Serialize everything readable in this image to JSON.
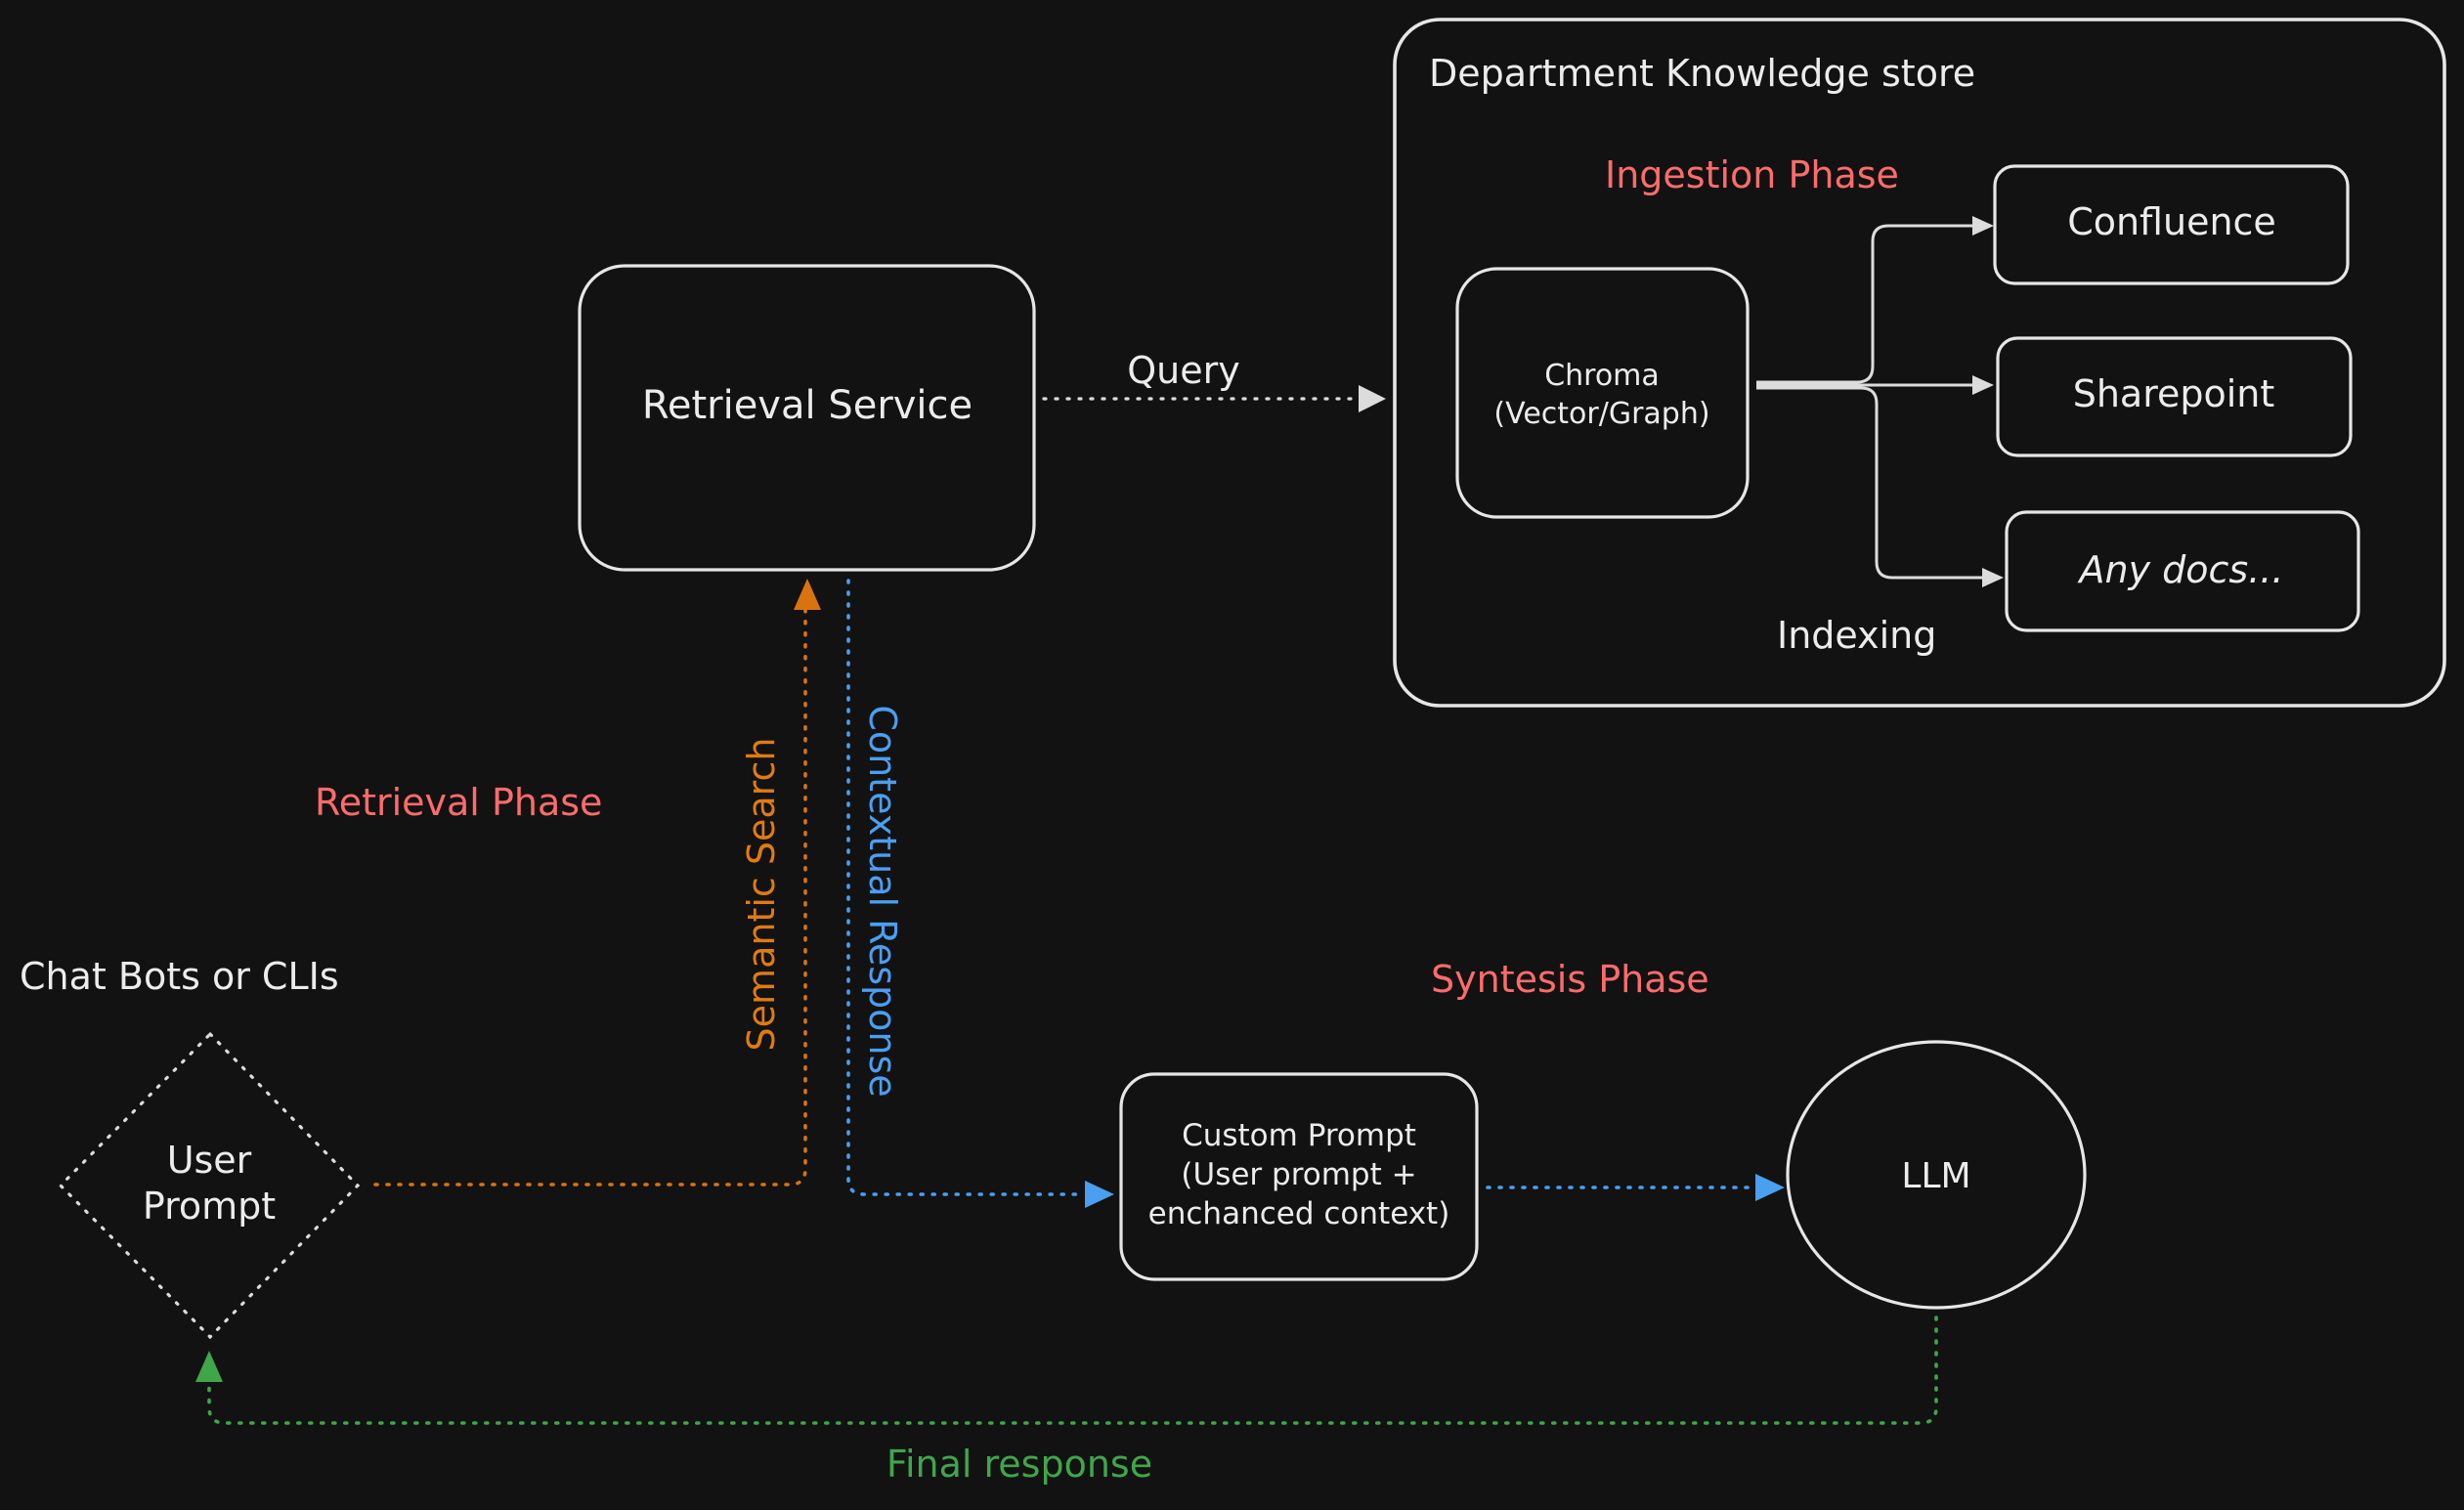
{
  "container": {
    "title": "Department Knowledge store"
  },
  "phases": {
    "ingestion": "Ingestion Phase",
    "retrieval": "Retrieval Phase",
    "synthesis": "Syntesis Phase"
  },
  "nodes": {
    "retrieval_service": "Retrieval Service",
    "chroma_line1": "Chroma",
    "chroma_line2": "(Vector/Graph)",
    "confluence": "Confluence",
    "sharepoint": "Sharepoint",
    "any_docs": "Any docs...",
    "client_group": "Chat Bots or CLIs",
    "user_prompt_line1": "User",
    "user_prompt_line2": "Prompt",
    "custom_prompt_line1": "Custom Prompt",
    "custom_prompt_line2": "(User prompt +",
    "custom_prompt_line3": "enchanced context)",
    "llm": "LLM"
  },
  "edges": {
    "query": "Query",
    "indexing": "Indexing",
    "semantic_search": "Semantic Search",
    "contextual_response": "Contextual Response",
    "final_response": "Final response"
  },
  "colors": {
    "background": "#121212",
    "stroke": "#e6e6e6",
    "phase_label": "#ff6b6b",
    "semantic_search": "#e07b12",
    "contextual_response": "#4a9ff0",
    "final_response": "#3fa64a"
  }
}
